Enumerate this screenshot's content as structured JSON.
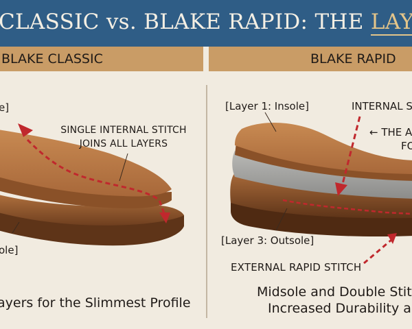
{
  "title": {
    "main": "CLASSIC vs. BLAKE RAPID: THE",
    "accent": "LAYER"
  },
  "headers": {
    "left": "BLAKE CLASSIC",
    "right": "BLAKE RAPID"
  },
  "left_panel": {
    "label_top": "e]",
    "stitch_note_line1": "SINGLE INTERNAL STITCH",
    "stitch_note_line2": "JOINS ALL LAYERS",
    "label_bottom": "ole]",
    "caption": "ayers for the Slimmest Profile"
  },
  "right_panel": {
    "layer1_label": "[Layer 1: Insole]",
    "internal_label": "INTERNAL S",
    "arrow_note_line1": "← THE A",
    "arrow_note_line2": "FO",
    "layer3_label": "[Layer 3: Outsole]",
    "external_label": "EXTERNAL RAPID STITCH",
    "caption_line1": "Midsole and Double Stitch",
    "caption_line2": "Increased Durability and"
  },
  "colors": {
    "title_bg": "#2f5d86",
    "header_bg": "#c99c66",
    "page_bg": "#f1ebe0",
    "stitch_red": "#c0282d",
    "leather": "#b0703c",
    "midsole": "#9a9a9a"
  }
}
